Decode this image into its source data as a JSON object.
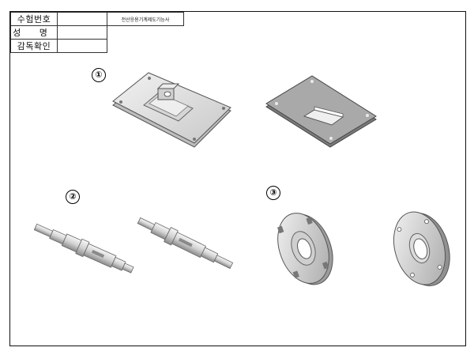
{
  "title_block": {
    "exam_number_label": "수험번호",
    "name_label": "성 명",
    "supervisor_label": "감독확인",
    "course_title": "전산응용기계제도기능사"
  },
  "markers": [
    "①",
    "②",
    "③"
  ],
  "colors": {
    "border": "#111111",
    "part_light": "#e6e6e6",
    "part_mid": "#bdbdbd",
    "part_dark": "#7a7a7a"
  }
}
